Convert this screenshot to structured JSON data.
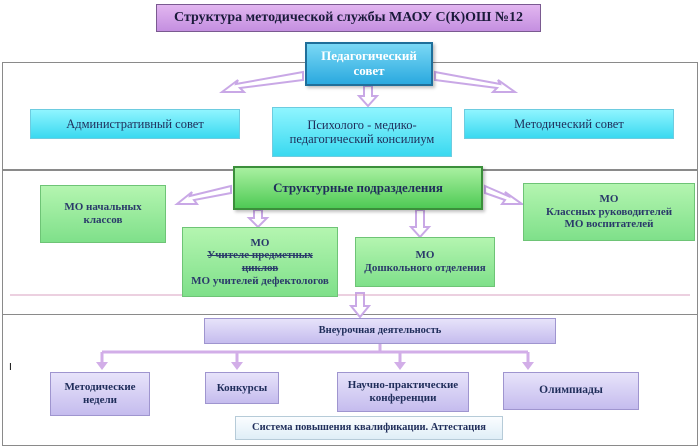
{
  "title": "Структура методической службы МАОУ С(К)ОШ №12",
  "top_node": "Педагогический совет",
  "councils": {
    "admin": "Административный совет",
    "psy": "Психолого - медико-педагогический консилиум",
    "metod": "Методический совет"
  },
  "structure_node": "Структурные подразделения",
  "mo": {
    "nach": "МО начальных классов",
    "uch_1": "МО",
    "uch_2": "Учителе предметных циклов",
    "uch_3": "МО учителей дефектологов",
    "dosh_1": "МО",
    "dosh_2": "Дошкольного  отделения",
    "kl_1": "МО",
    "kl_2": "Классных руководителей",
    "kl_3": "МО воспитателей"
  },
  "extracurricular": "Внеурочная деятельность",
  "activities": {
    "nedeli_1": "Методические",
    "nedeli_2": "недели",
    "konkursy": "Конкурсы",
    "nauch_1": "Научно-практические",
    "nauch_2": "конференции",
    "olimpiady": "Олимпиады"
  },
  "bottom_node": "Система повышения квалификации. Аттестация",
  "side_marker": "I",
  "colors": {
    "title": "#d4a6ec",
    "ped": "#2aa9df",
    "councils": "#3ad9f0",
    "structure": "#4fca55",
    "mo": "#7fe08a",
    "activities": "#c5bcee",
    "connector": "#c9a8e6"
  }
}
